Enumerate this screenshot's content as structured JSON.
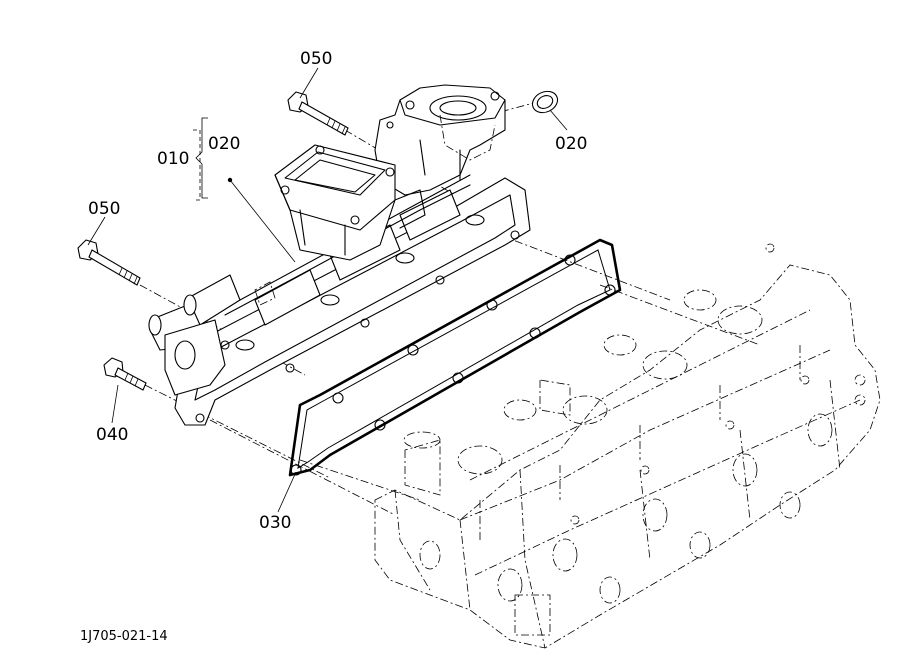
{
  "diagram": {
    "figure_id": "1J705-021-14",
    "callouts": {
      "assembly": "010",
      "assembly_sub": "020",
      "bolt_top": "050",
      "bolt_left": "050",
      "oring": "020",
      "stud": "040",
      "gasket": "030"
    }
  }
}
